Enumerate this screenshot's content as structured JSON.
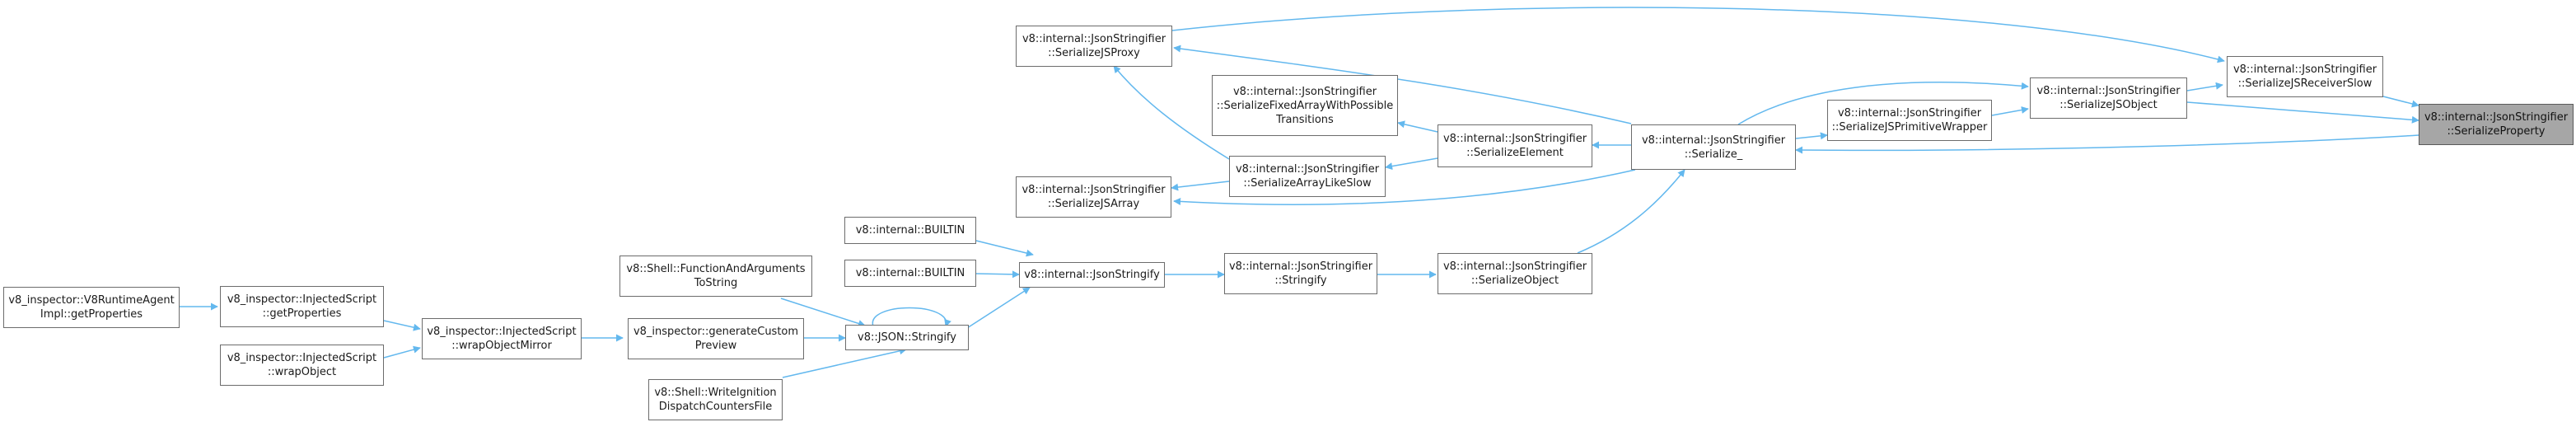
{
  "colors": {
    "edge": "#63b8ee",
    "node_border": "#6c6c6c",
    "node_fill": "#ffffff",
    "highlight_fill": "#a6a6a6"
  },
  "nodes": [
    {
      "id": "serialize_property",
      "lines": [
        "v8::internal::JsonStringifier",
        "::SerializeProperty"
      ],
      "highlight": true
    },
    {
      "id": "serialize_js_receiver_slow",
      "lines": [
        "v8::internal::JsonStringifier",
        "::SerializeJSReceiverSlow"
      ]
    },
    {
      "id": "serialize_js_object",
      "lines": [
        "v8::internal::JsonStringifier",
        "::SerializeJSObject"
      ]
    },
    {
      "id": "serialize_js_primitive_wrapper",
      "lines": [
        "v8::internal::JsonStringifier",
        "::SerializeJSPrimitiveWrapper"
      ]
    },
    {
      "id": "serialize_",
      "lines": [
        "v8::internal::JsonStringifier",
        "::Serialize_"
      ]
    },
    {
      "id": "serialize_js_proxy",
      "lines": [
        "v8::internal::JsonStringifier",
        "::SerializeJSProxy"
      ]
    },
    {
      "id": "serialize_fixed_array",
      "lines": [
        "v8::internal::JsonStringifier",
        "::SerializeFixedArrayWithPossible",
        "Transitions"
      ]
    },
    {
      "id": "serialize_element",
      "lines": [
        "v8::internal::JsonStringifier",
        "::SerializeElement"
      ]
    },
    {
      "id": "serialize_array_like_slow",
      "lines": [
        "v8::internal::JsonStringifier",
        "::SerializeArrayLikeSlow"
      ]
    },
    {
      "id": "serialize_js_array",
      "lines": [
        "v8::internal::JsonStringifier",
        "::SerializeJSArray"
      ]
    },
    {
      "id": "serialize_object",
      "lines": [
        "v8::internal::JsonStringifier",
        "::SerializeObject"
      ]
    },
    {
      "id": "stringify_internal",
      "lines": [
        "v8::internal::JsonStringifier",
        "::Stringify"
      ]
    },
    {
      "id": "json_stringify_internal",
      "lines": [
        "v8::internal::JsonStringify"
      ]
    },
    {
      "id": "builtin_1",
      "lines": [
        "v8::internal::BUILTIN"
      ]
    },
    {
      "id": "builtin_2",
      "lines": [
        "v8::internal::BUILTIN"
      ]
    },
    {
      "id": "json_stringify_api",
      "lines": [
        "v8::JSON::Stringify"
      ]
    },
    {
      "id": "shell_function_and_arguments",
      "lines": [
        "v8::Shell::FunctionAndArguments",
        "ToString"
      ]
    },
    {
      "id": "generate_custom_preview",
      "lines": [
        "v8_inspector::generateCustom",
        "Preview"
      ]
    },
    {
      "id": "write_ignition_dispatch",
      "lines": [
        "v8::Shell::WriteIgnition",
        "DispatchCountersFile"
      ]
    },
    {
      "id": "wrap_object_mirror",
      "lines": [
        "v8_inspector::InjectedScript",
        "::wrapObjectMirror"
      ]
    },
    {
      "id": "get_properties_injected",
      "lines": [
        "v8_inspector::InjectedScript",
        "::getProperties"
      ]
    },
    {
      "id": "wrap_object",
      "lines": [
        "v8_inspector::InjectedScript",
        "::wrapObject"
      ]
    },
    {
      "id": "runtime_agent_get_properties",
      "lines": [
        "v8_inspector::V8RuntimeAgent",
        "Impl::getProperties"
      ]
    }
  ]
}
